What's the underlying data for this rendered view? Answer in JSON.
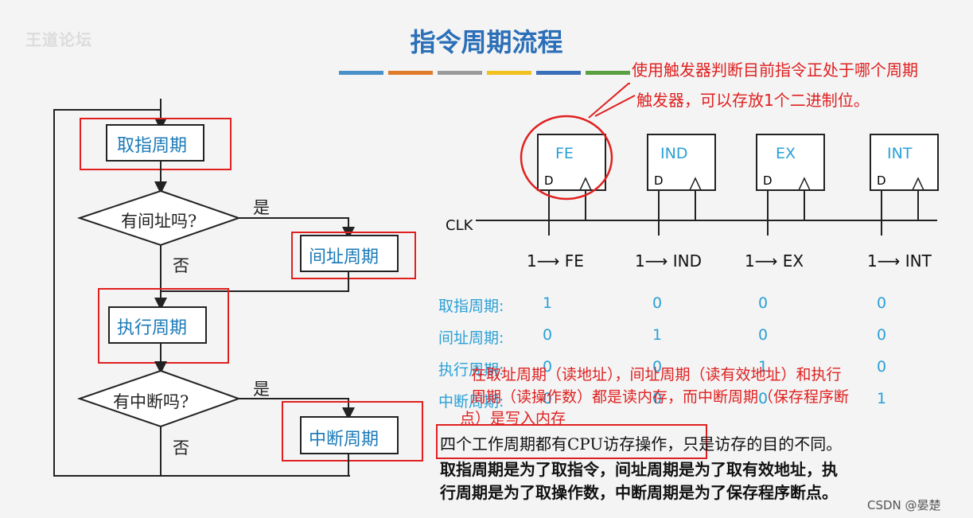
{
  "header": {
    "watermark": "王道论坛",
    "title": "指令周期流程",
    "bar_colors": [
      "#4a90c8",
      "#e07b2a",
      "#9a9a9a",
      "#f0c020",
      "#3a6eb8",
      "#5aa040"
    ]
  },
  "flowchart": {
    "fetch": "取指周期",
    "indirect_q": "有间址吗?",
    "yes1": "是",
    "no1": "否",
    "indirect": "间址周期",
    "execute": "执行周期",
    "interrupt_q": "有中断吗?",
    "yes2": "是",
    "no2": "否",
    "interrupt": "中断周期"
  },
  "annotations": {
    "note1": "使用触发器判断目前指令正处于哪个周期",
    "note2": "触发器，可以存放1个二进制位。",
    "note3_line1": "在取址周期（读地址），间址周期（读有效地址）和执行",
    "note3_line2": "周期（读操作数）都是读内存，而中断周期（保存程序断",
    "note3_line3": "点）是写入内存"
  },
  "flipflops": {
    "clk": "CLK",
    "d": "D",
    "items": [
      "FE",
      "IND",
      "EX",
      "INT"
    ],
    "outputs": [
      "1⟶ FE",
      "1⟶ IND",
      "1⟶ EX",
      "1⟶ INT"
    ]
  },
  "table": {
    "rows": [
      {
        "label": "取指周期:",
        "values": [
          "1",
          "0",
          "0",
          "0"
        ]
      },
      {
        "label": "间址周期:",
        "values": [
          "0",
          "1",
          "0",
          "0"
        ]
      },
      {
        "label": "执行周期:",
        "values": [
          "0",
          "0",
          "1",
          "0"
        ]
      },
      {
        "label": "中断周期:",
        "values": [
          "0",
          "0",
          "0",
          "1"
        ]
      }
    ]
  },
  "description": {
    "line1": "四个工作周期都有CPU访存操作，只是访存的目的不同。",
    "line2": "取指周期是为了取指令，间址周期是为了取有效地址，执",
    "line3": "行周期是为了取操作数，中断周期是为了保存程序断点。"
  },
  "footer": {
    "credit": "CSDN @晏楚"
  }
}
